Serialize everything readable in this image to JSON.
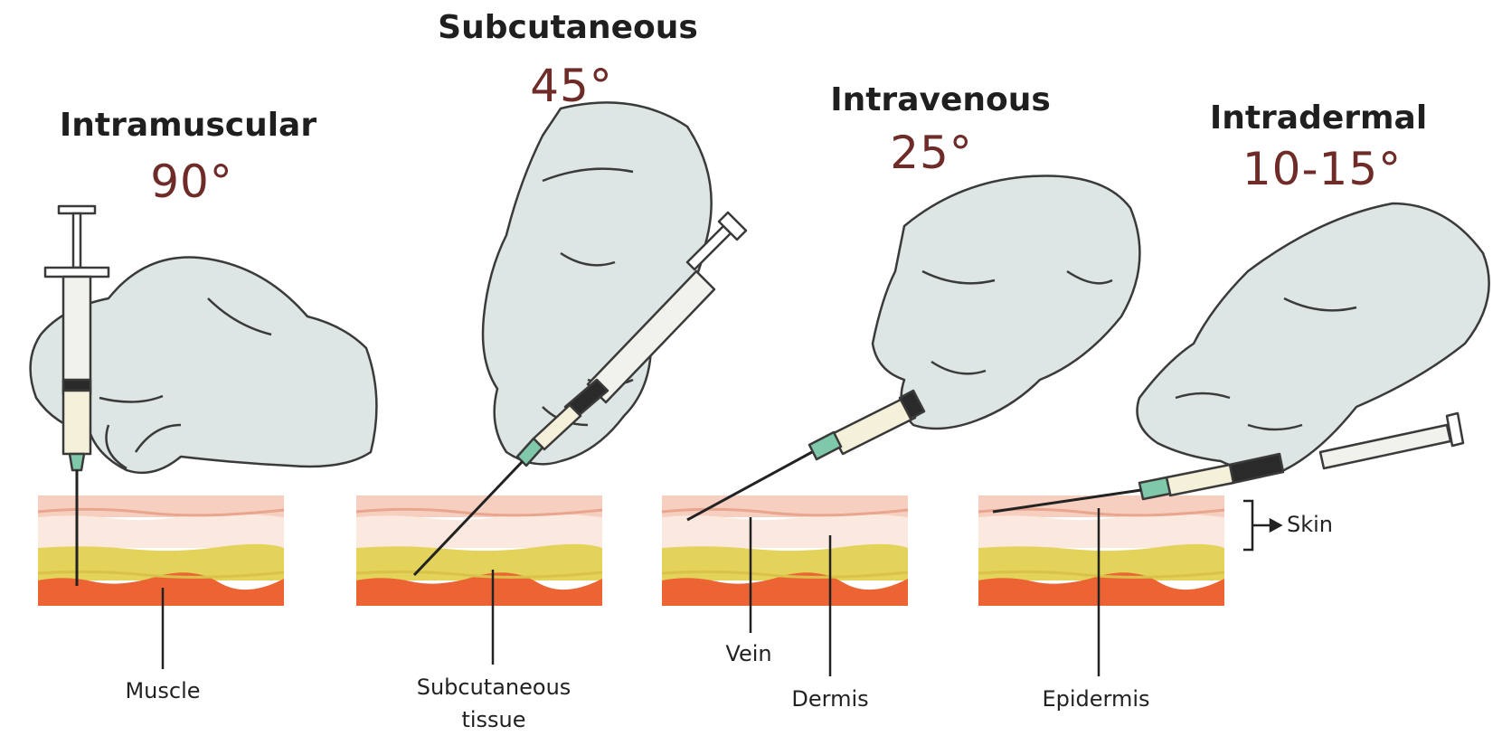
{
  "injections": [
    {
      "name": "Intramuscular",
      "angle": "90°"
    },
    {
      "name": "Subcutaneous",
      "angle": "45°"
    },
    {
      "name": "Intravenous",
      "angle": "25°"
    },
    {
      "name": "Intradermal",
      "angle": "10-15°"
    }
  ],
  "labels": {
    "muscle": "Muscle",
    "subcutaneous_line1": "Subcutaneous",
    "subcutaneous_line2": "tissue",
    "vein": "Vein",
    "dermis": "Dermis",
    "epidermis": "Epidermis",
    "skin": "Skin"
  },
  "colors": {
    "glove": "#dde6e4",
    "glove_outline": "#3a3a3a",
    "angle_text": "#6e2b28",
    "epidermis_layer": "#f6cfc0",
    "dermis_layer": "#fbe9df",
    "fat_layer": "#e3d35a",
    "muscle_layer": "#ec6434",
    "needle_hub": "#7fc8a9"
  }
}
